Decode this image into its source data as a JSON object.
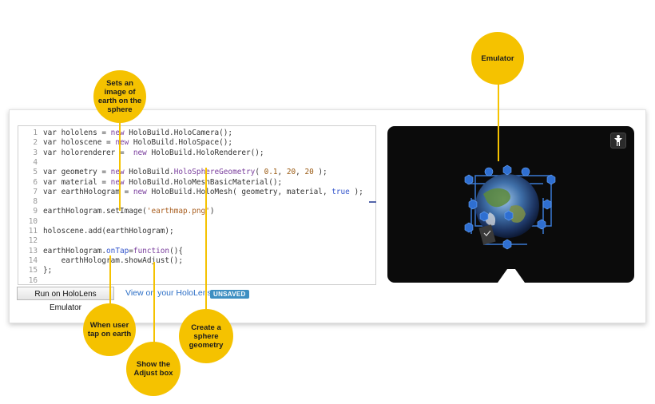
{
  "editor": {
    "lines": [
      {
        "n": "1",
        "segs": [
          [
            "var ",
            ""
          ],
          [
            "hololens = ",
            ""
          ],
          [
            "new ",
            "kw"
          ],
          [
            "HoloBuild.HoloCamera();",
            ""
          ]
        ]
      },
      {
        "n": "2",
        "segs": [
          [
            "var ",
            ""
          ],
          [
            "holoscene = ",
            ""
          ],
          [
            "new ",
            "kw"
          ],
          [
            "HoloBuild.HoloSpace();",
            ""
          ]
        ]
      },
      {
        "n": "3",
        "segs": [
          [
            "var ",
            ""
          ],
          [
            "holorenderer =  ",
            ""
          ],
          [
            "new ",
            "kw"
          ],
          [
            "HoloBuild.HoloRenderer();",
            ""
          ]
        ]
      },
      {
        "n": "4",
        "segs": []
      },
      {
        "n": "5",
        "segs": [
          [
            "var ",
            ""
          ],
          [
            "geometry = ",
            ""
          ],
          [
            "new ",
            "kw"
          ],
          [
            "HoloBuild.",
            ""
          ],
          [
            "HoloSphereGeometry",
            "fn"
          ],
          [
            "( ",
            ""
          ],
          [
            "0.1",
            "num"
          ],
          [
            ", ",
            ""
          ],
          [
            "20",
            "num"
          ],
          [
            ", ",
            ""
          ],
          [
            "20",
            "num"
          ],
          [
            " );",
            ""
          ]
        ]
      },
      {
        "n": "6",
        "segs": [
          [
            "var ",
            ""
          ],
          [
            "material = ",
            ""
          ],
          [
            "new ",
            "kw"
          ],
          [
            "HoloBuild.HoloMeshBasicMaterial();",
            ""
          ]
        ]
      },
      {
        "n": "7",
        "segs": [
          [
            "var ",
            ""
          ],
          [
            "earthHologram = ",
            ""
          ],
          [
            "new ",
            "kw"
          ],
          [
            "HoloBuild.HoloMesh( geometry, material, ",
            ""
          ],
          [
            "true",
            "kw2"
          ],
          [
            " );",
            ""
          ]
        ]
      },
      {
        "n": "8",
        "segs": []
      },
      {
        "n": "9",
        "segs": [
          [
            "earthHologram.setImage(",
            ""
          ],
          [
            "'earthmap.png'",
            "str"
          ],
          [
            ")",
            ""
          ]
        ]
      },
      {
        "n": "10",
        "segs": []
      },
      {
        "n": "11",
        "segs": [
          [
            "holoscene.add(earthHologram);",
            ""
          ]
        ]
      },
      {
        "n": "12",
        "segs": []
      },
      {
        "n": "13",
        "segs": [
          [
            "earthHologram.",
            ""
          ],
          [
            "onTap",
            "kw2"
          ],
          [
            "=",
            ""
          ],
          [
            "function",
            "kw"
          ],
          [
            "(){",
            ""
          ]
        ]
      },
      {
        "n": "14",
        "segs": [
          [
            "    earthHologram.showAdjust();",
            ""
          ]
        ]
      },
      {
        "n": "15",
        "segs": [
          [
            "};",
            ""
          ]
        ]
      },
      {
        "n": "16",
        "segs": []
      }
    ]
  },
  "toolbar": {
    "run_label": "Run on HoloLens Emulator",
    "view_label": "View on your HoloLens",
    "status_badge": "UNSAVED"
  },
  "viewer": {
    "person_icon": "person-icon",
    "hologram": "earth-hologram-with-adjust-box"
  },
  "callouts": {
    "emulator": "Emulator",
    "set_image": "Sets an image of earth on the sphere",
    "on_tap": "When user tap on earth",
    "show_adjust": "Show the Adjust box",
    "sphere": "Create a sphere geometry"
  },
  "colors": {
    "callout": "#f5c200",
    "viewer_bg": "#0b0b0b",
    "badge": "#3e8fc2",
    "link": "#2b6ec6"
  }
}
